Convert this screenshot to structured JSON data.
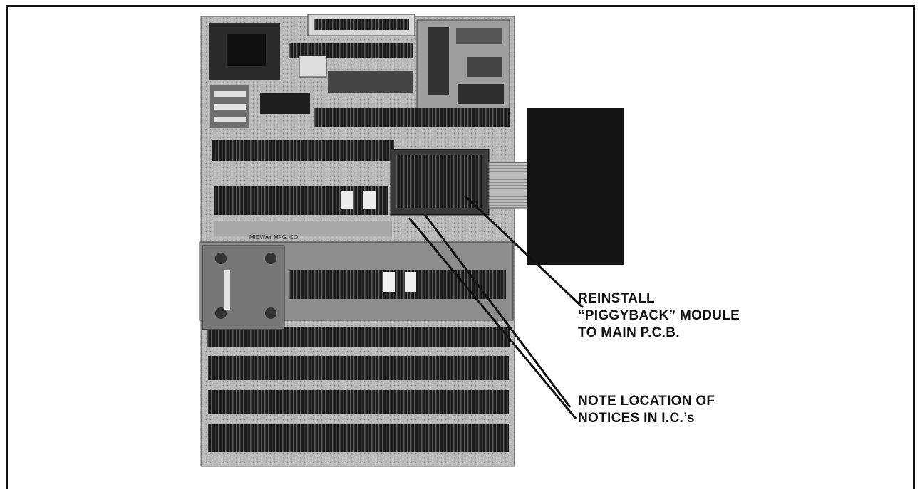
{
  "callouts": [
    {
      "lines": [
        "REINSTALL",
        "“PIGGYBACK” MODULE",
        "TO MAIN P.C.B."
      ]
    },
    {
      "lines": [
        "NOTE LOCATION OF",
        "NOTICES IN I.C.’s"
      ]
    }
  ],
  "photo": {
    "board_silkscreen": "MIDWAY MFG. CO."
  }
}
